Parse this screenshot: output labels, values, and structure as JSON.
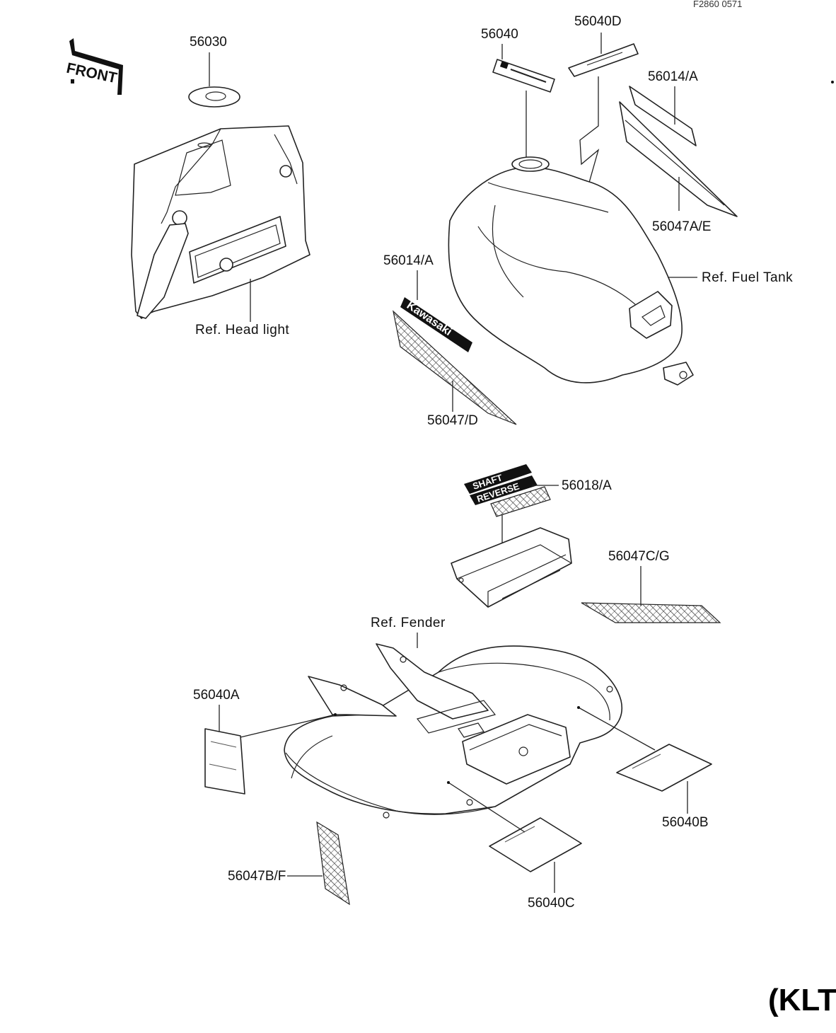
{
  "figure_code": "F2860 0571",
  "model_code_partial": "(KLT",
  "front_marker": "FRONT",
  "labels": {
    "p56030": "56030",
    "p56040": "56040",
    "p56040D": "56040D",
    "p56014A_top": "56014/A",
    "p56047AE": "56047A/E",
    "ref_fuel_tank": "Ref. Fuel Tank",
    "ref_head_light": "Ref. Head light",
    "p56014A_left": "56014/A",
    "p56047D": "56047/D",
    "p56018A": "56018/A",
    "p56047CG": "56047C/G",
    "ref_fender": "Ref. Fender",
    "p56040A": "56040A",
    "p56040B": "56040B",
    "p56047BF": "56047B/F",
    "p56040C": "56040C"
  },
  "decal_text": {
    "kawasaki": "Kawasaki",
    "shaft": "SHAFT",
    "reverse": "REVERSE"
  }
}
